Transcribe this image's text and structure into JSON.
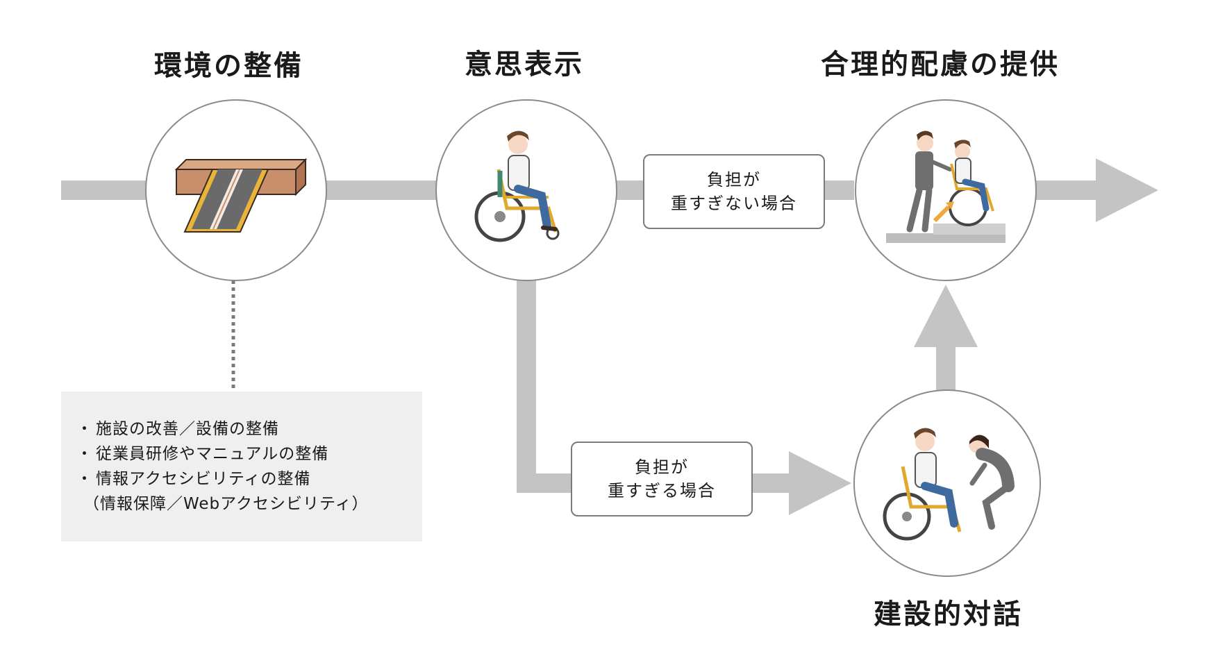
{
  "titles": {
    "environment": "環境の整備",
    "expression": "意思表示",
    "provision": "合理的配慮の提供",
    "dialogue": "建設的対話"
  },
  "labels": {
    "not_heavy_line1": "負担が",
    "not_heavy_line2": "重すぎない場合",
    "too_heavy_line1": "負担が",
    "too_heavy_line2": "重すぎる場合"
  },
  "environment_box": {
    "bullet": "・",
    "items": [
      "施設の改善／設備の整備",
      "従業員研修やマニュアルの整備",
      "情報アクセシビリティの整備"
    ],
    "note": "（情報保障／Webアクセシビリティ）"
  },
  "colors": {
    "arrow": "#c4c4c4",
    "circle_stroke": "#8a8a8a",
    "box_bg": "#efefef",
    "ramp_wood": "#c98e6a",
    "ramp_yellow": "#e8b43a",
    "ramp_gray": "#6a6a6a",
    "step_gray": "#bdbdbd"
  },
  "icons": {
    "environment": "ramp-icon",
    "expression": "wheelchair-user-icon",
    "provision": "assisted-wheelchair-step-icon",
    "dialogue": "conversation-wheelchair-icon"
  }
}
